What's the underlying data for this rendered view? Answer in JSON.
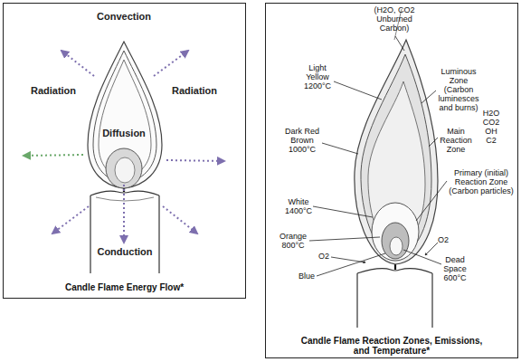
{
  "diagram": {
    "nodes": [
      {
        "text": [
          "Candle Flame Energy Flow*"
        ]
      },
      {
        "text": [
          "Candle Flame Reaction Zones, Emissions, and Temperature*"
        ]
      }
    ],
    "labels": [
      "Convection",
      "Radiation",
      "Radiation",
      "Diffusion",
      "Conduction",
      "(H2O, CO2 Unburned Carbon)",
      "Light Yellow 1200°C",
      "Luminous Zone (Carbon luminesces and burns)",
      "H2O CO2 OH C2",
      "Main Reaction Zone",
      "Dark Red Brown 1000°C",
      "Primary (initial) Reaction Zone (Carbon particles)",
      "White 1400°C",
      "Orange 800°C",
      "O2",
      "O2",
      "Dead Space 600°C",
      "Blue"
    ]
  }
}
